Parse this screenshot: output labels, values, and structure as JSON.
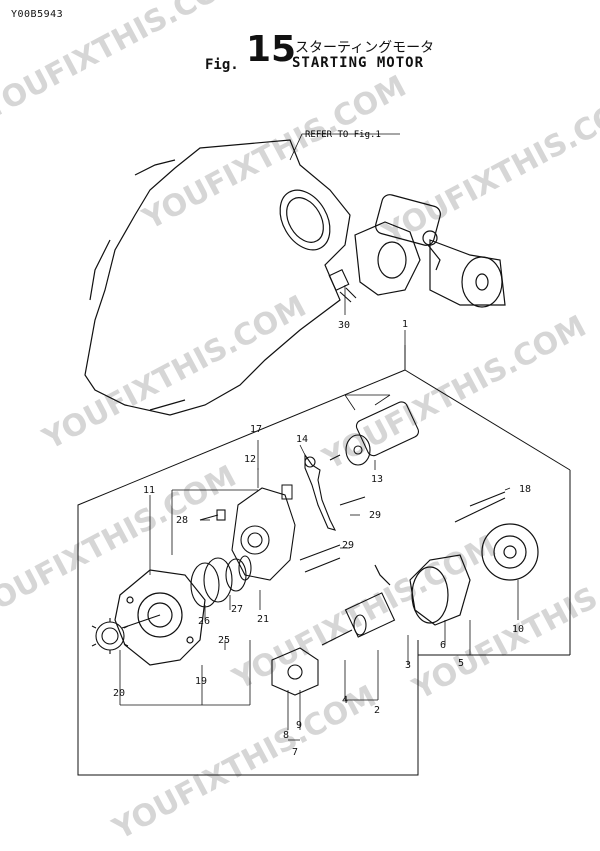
{
  "header": {
    "doc_code": "Y00B5943",
    "fig_prefix": "Fig.",
    "fig_number": "15",
    "title_jp": "スターティングモータ",
    "title_en": "STARTING MOTOR"
  },
  "diagram": {
    "refer_note": "REFER TO Fig.1",
    "watermark": "YOUFIXTHIS.COM",
    "callouts": {
      "c1": "1",
      "c2": "2",
      "c3": "3",
      "c4": "4",
      "c5": "5",
      "c6": "6",
      "c7": "7",
      "c8": "8",
      "c9": "9",
      "c10": "10",
      "c11": "11",
      "c12": "12",
      "c13": "13",
      "c14": "14",
      "c17": "17",
      "c18": "18",
      "c19": "19",
      "c20": "20",
      "c21": "21",
      "c25": "25",
      "c26": "26",
      "c27": "27",
      "c28": "28",
      "c29a": "29",
      "c29b": "29",
      "c30": "30"
    }
  }
}
